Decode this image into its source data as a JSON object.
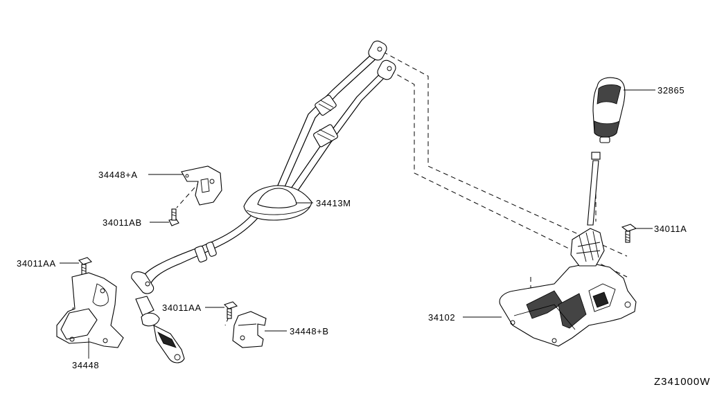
{
  "diagram_code": "Z341000W",
  "labels": {
    "p32865": "32865",
    "p34011A": "34011A",
    "p34413M": "34413M",
    "p34448A": "34448+A",
    "p34011AB": "34011AB",
    "p34011AA_left": "34011AA",
    "p34011AA_mid": "34011AA",
    "p34448B_upper": "34448+B",
    "p34448B_lower": "34448",
    "p34102": "34102"
  }
}
